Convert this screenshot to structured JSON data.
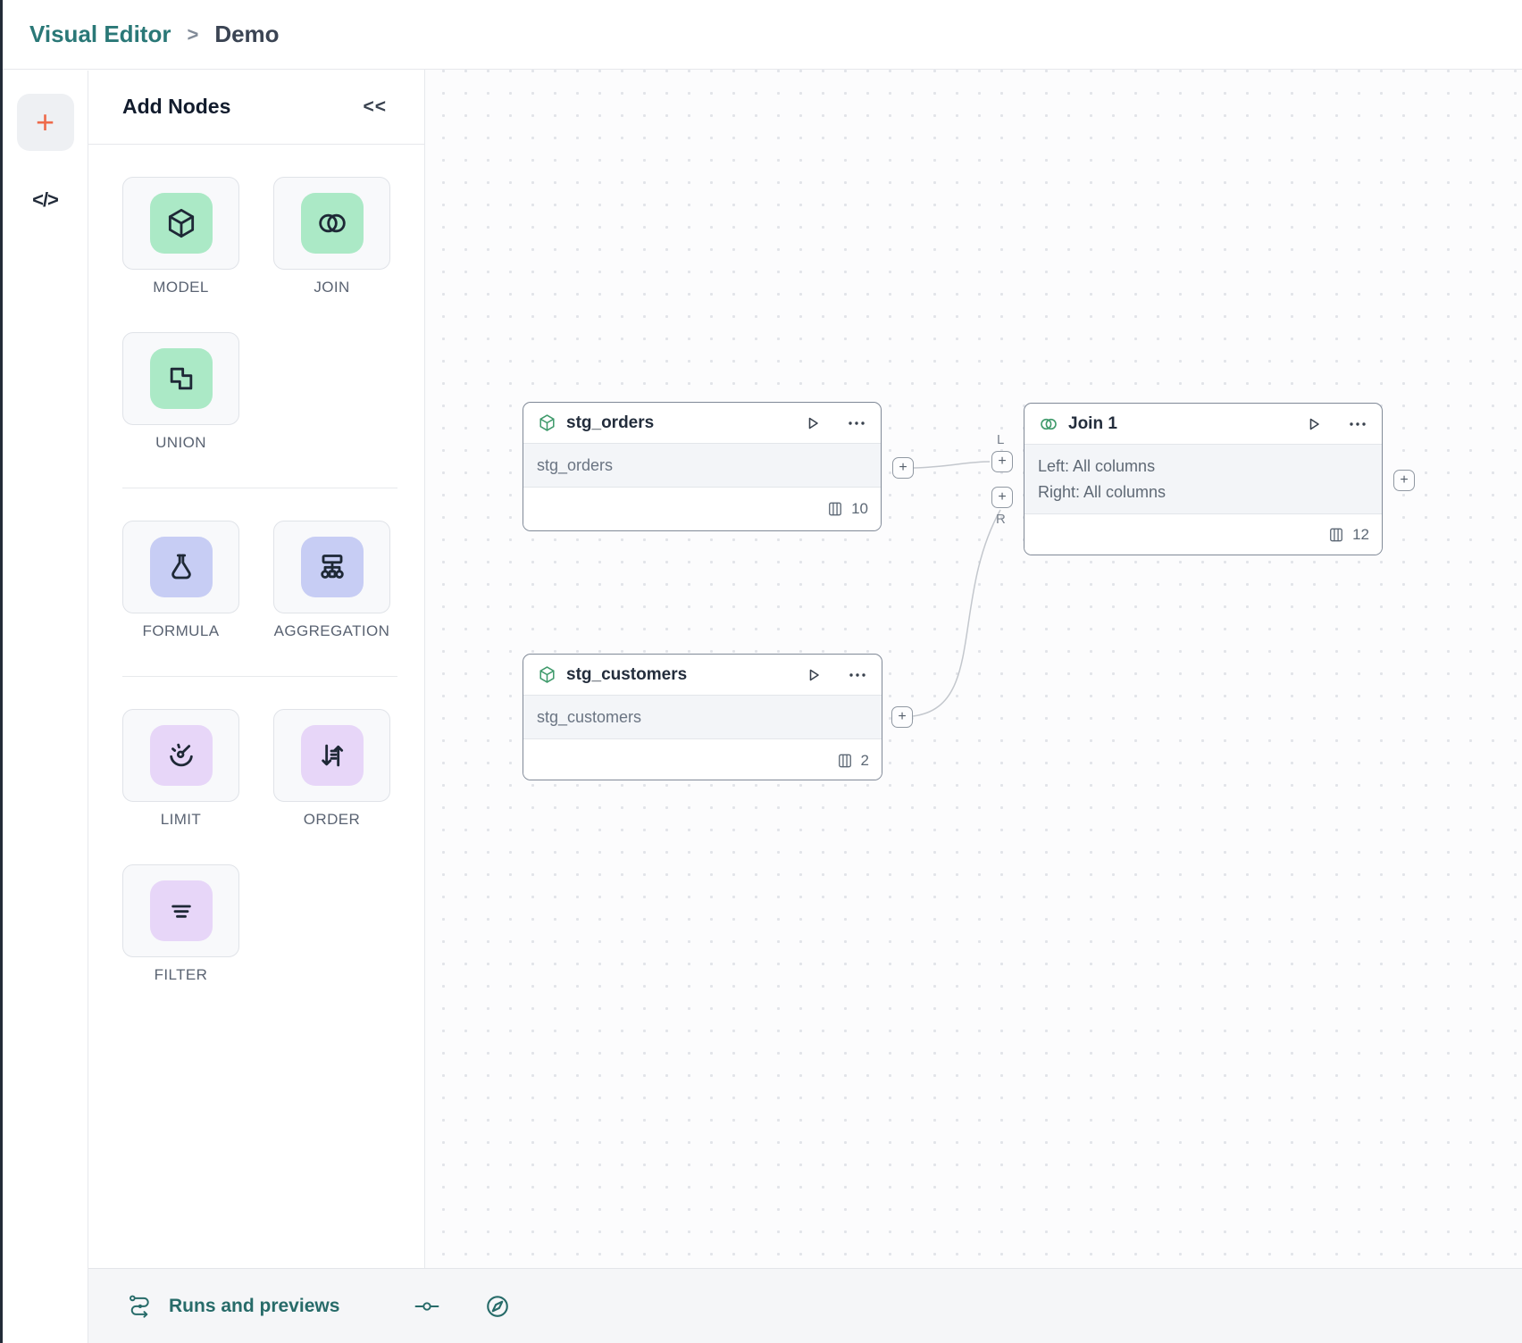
{
  "breadcrumb": {
    "app": "Visual Editor",
    "separator": ">",
    "page": "Demo"
  },
  "left_rail": {
    "add_button": "+",
    "code_glyph": "</>"
  },
  "panel": {
    "title": "Add Nodes",
    "collapse_glyph": "<<",
    "items": [
      {
        "label": "MODEL",
        "icon": "cube-icon",
        "tone": "green"
      },
      {
        "label": "JOIN",
        "icon": "overlapping-circles-icon",
        "tone": "green"
      },
      {
        "label": "UNION",
        "icon": "overlapping-squares-icon",
        "tone": "green"
      },
      {
        "label": "FORMULA",
        "icon": "flask-icon",
        "tone": "indigo"
      },
      {
        "label": "AGGREGATION",
        "icon": "hierarchy-icon",
        "tone": "indigo"
      },
      {
        "label": "LIMIT",
        "icon": "gauge-icon",
        "tone": "purple"
      },
      {
        "label": "ORDER",
        "icon": "sort-arrows-icon",
        "tone": "purple"
      },
      {
        "label": "FILTER",
        "icon": "filter-lines-icon",
        "tone": "purple"
      }
    ]
  },
  "canvas": {
    "plus_glyph": "+",
    "port_labels": {
      "left": "L",
      "right": "R"
    },
    "nodes": [
      {
        "title": "stg_orders",
        "icon": "cube-icon",
        "subtitle": "stg_orders",
        "column_count": "10"
      },
      {
        "title": "stg_customers",
        "icon": "cube-icon",
        "subtitle": "stg_customers",
        "column_count": "2"
      },
      {
        "title": "Join 1",
        "icon": "join-circles-icon",
        "line_left": "Left: All columns",
        "line_right": "Right: All columns",
        "column_count": "12"
      }
    ]
  },
  "footer": {
    "runs_label": "Runs and previews"
  },
  "colors": {
    "brand_teal": "#2a7877",
    "accent_orange": "#ee6a4a",
    "tile_green": "#abe9c6",
    "tile_indigo": "#c7cdf4",
    "tile_purple": "#e7d6f8",
    "node_icon_green": "#3f9a6b",
    "dark_ink": "#232c3a"
  }
}
